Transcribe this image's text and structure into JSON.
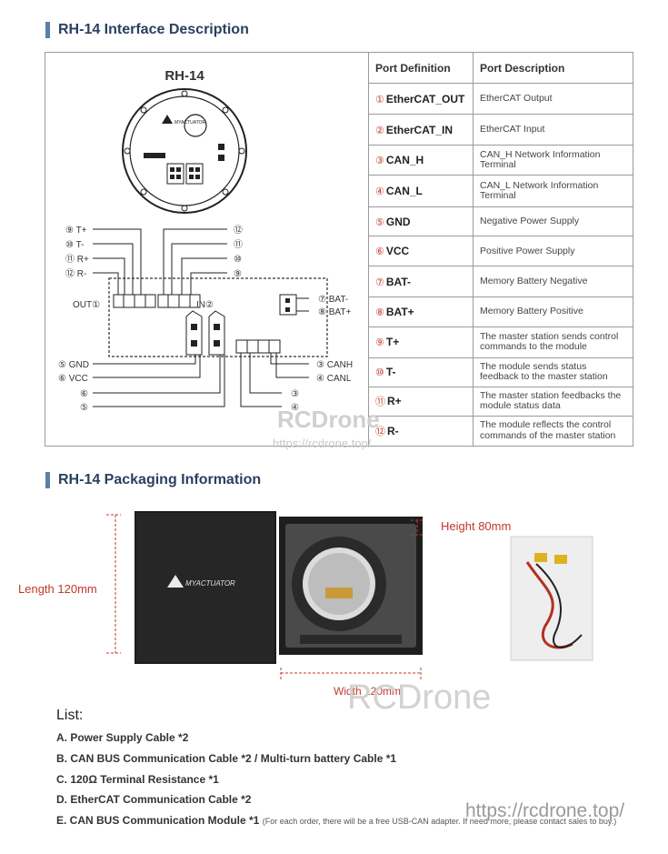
{
  "interface": {
    "title": "RH-14 Interface Description",
    "diagram": {
      "device_title": "RH-14",
      "brand": "MYACTUATOR",
      "left_labels": [
        "⑨ T+",
        "⑩ T-",
        "⑪ R+",
        "⑫ R-"
      ],
      "right_top_labels": [
        "⑫",
        "⑪",
        "⑩",
        "⑨"
      ],
      "out_label": "OUT①",
      "in_label": "IN②",
      "bat_labels": [
        "⑦ BAT-",
        "⑧ BAT+"
      ],
      "bottom_left_labels": [
        "⑤ GND",
        "⑥ VCC",
        "⑥",
        "⑤"
      ],
      "bottom_right_labels": [
        "③ CANH",
        "④ CANL",
        "③",
        "④"
      ]
    },
    "table": {
      "headers": [
        "Port Definition",
        "Port Description"
      ],
      "rows": [
        {
          "num": "①",
          "name": "EtherCAT_OUT",
          "desc": "EtherCAT Output"
        },
        {
          "num": "②",
          "name": "EtherCAT_IN",
          "desc": "EtherCAT Input"
        },
        {
          "num": "③",
          "name": "CAN_H",
          "desc": "CAN_H Network Information Terminal"
        },
        {
          "num": "④",
          "name": "CAN_L",
          "desc": "CAN_L Network Information Terminal"
        },
        {
          "num": "⑤",
          "name": "GND",
          "desc": "Negative Power Supply"
        },
        {
          "num": "⑥",
          "name": "VCC",
          "desc": "Positive Power Supply"
        },
        {
          "num": "⑦",
          "name": "BAT-",
          "desc": "Memory Battery Negative"
        },
        {
          "num": "⑧",
          "name": "BAT+",
          "desc": "Memory Battery Positive"
        },
        {
          "num": "⑨",
          "name": "T+",
          "desc": "The master station sends control commands to the module"
        },
        {
          "num": "⑩",
          "name": "T-",
          "desc": "The module sends status feedback to the master station"
        },
        {
          "num": "⑪",
          "name": "R+",
          "desc": "The master station feedbacks the module status data"
        },
        {
          "num": "⑫",
          "name": "R-",
          "desc": "The module reflects the control commands of the master station"
        }
      ]
    }
  },
  "watermark": {
    "brand": "RCDrone",
    "url_small": "https://rcdrone.top/",
    "brand_large": "RCDrone",
    "url_large": "https://rcdrone.top/"
  },
  "packaging": {
    "title": "RH-14 Packaging Information",
    "height": "Height 80mm",
    "length": "Length 120mm",
    "width": "Width 120mm",
    "box_brand": "MYACTUATOR"
  },
  "list": {
    "title": "List:",
    "items": [
      "A. Power Supply  Cable *2",
      "B. CAN BUS Communication Cable  *2  /  Multi-turn battery  Cable *1",
      "C. 120Ω Terminal Resistance  *1",
      "D. EtherCAT Communication Cable  *2",
      "E. CAN BUS Communication Module *1"
    ],
    "note": "(For each order, there will be a free USB-CAN adapter. If need more, please contact sales to buy.)"
  },
  "colors": {
    "accent": "#5b7fa8",
    "title": "#2a4060",
    "dimension": "#c0392b"
  }
}
